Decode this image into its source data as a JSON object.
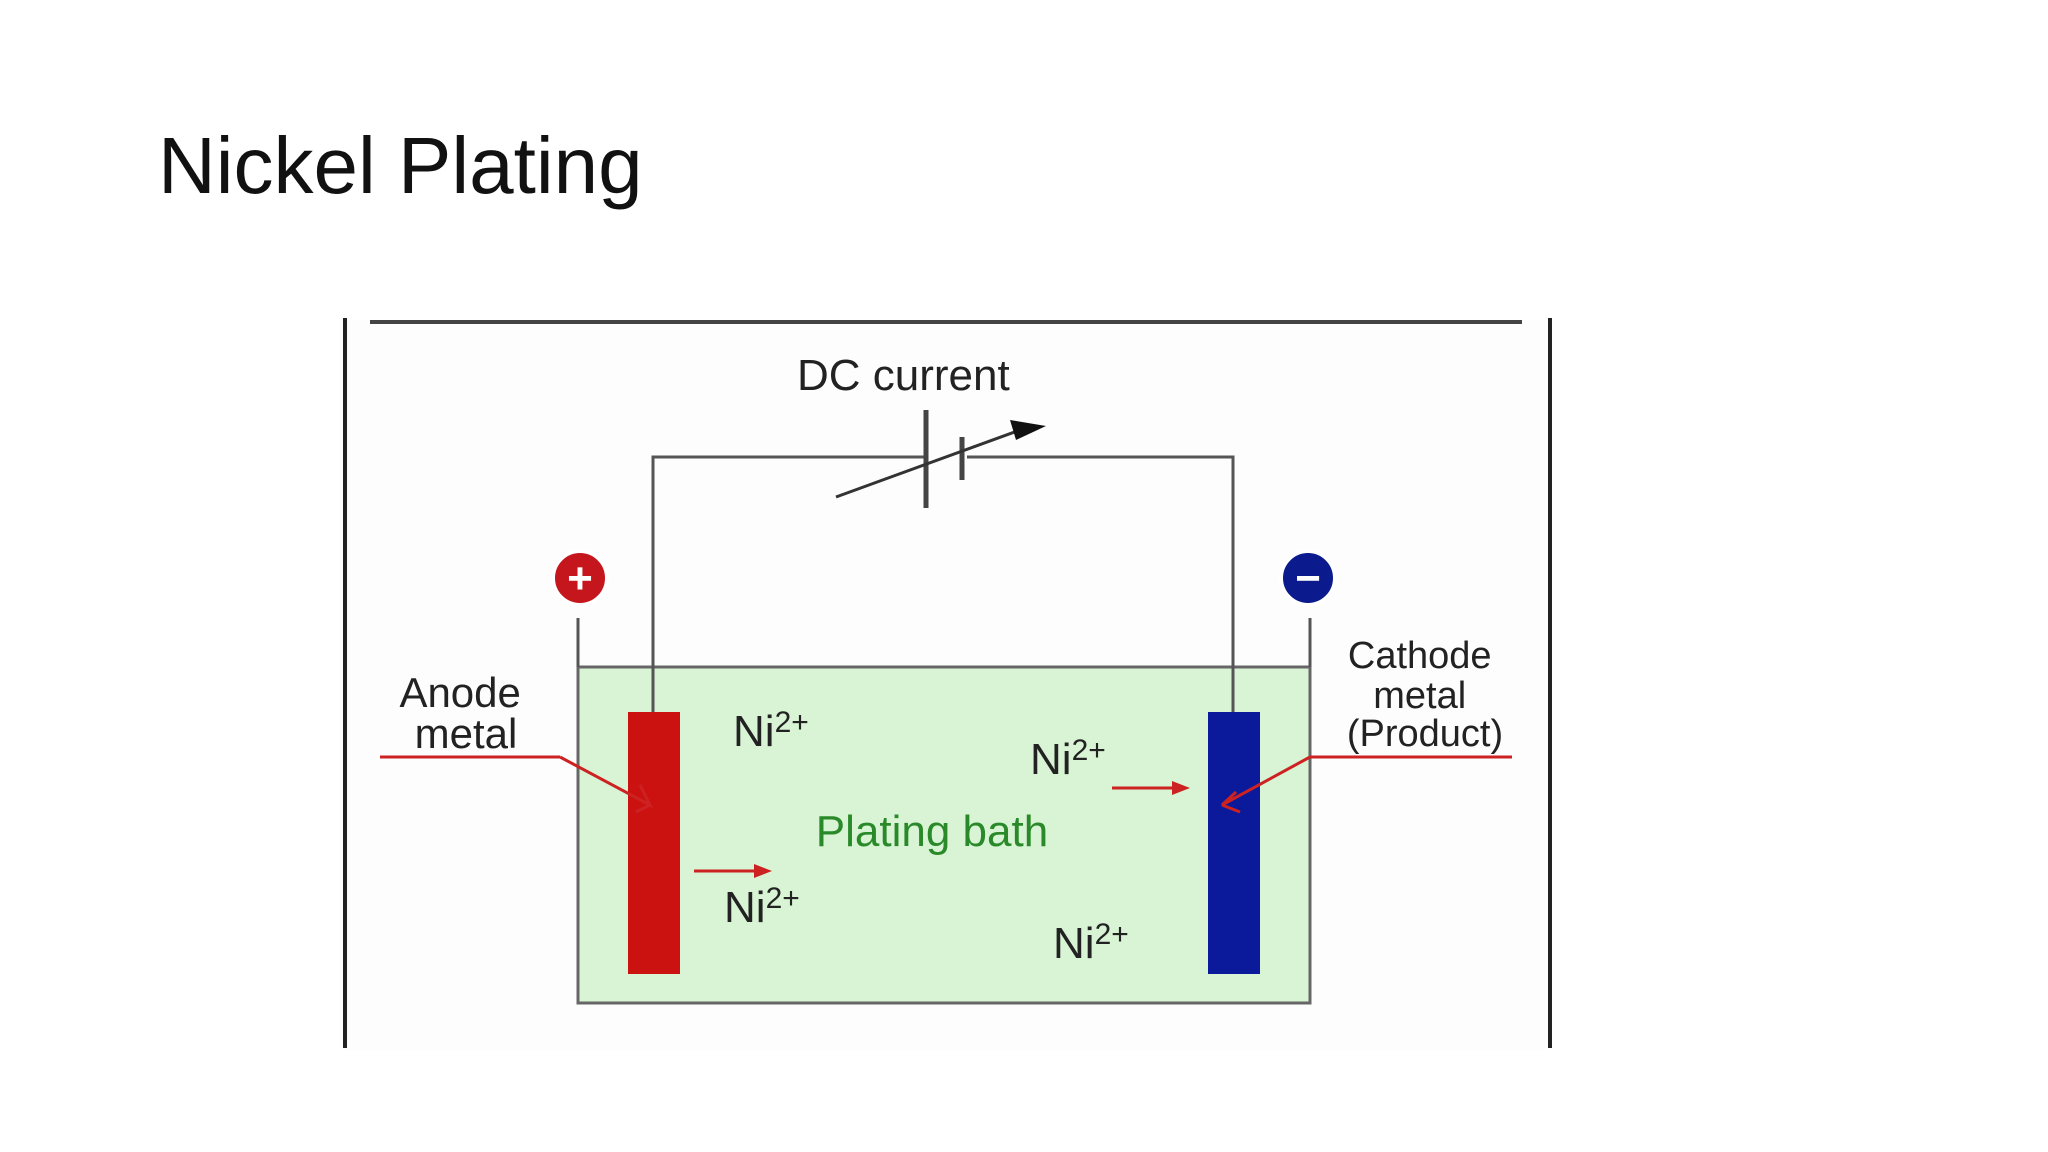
{
  "slide": {
    "title": "Nickel Plating"
  },
  "diagram": {
    "power_source_label": "DC current",
    "anode_label_line1": "Anode",
    "anode_label_line2": "metal",
    "cathode_label_line1": "Cathode",
    "cathode_label_line2": "metal",
    "cathode_label_line3": "(Product)",
    "bath_label": "Plating bath",
    "ion_symbol": "Ni",
    "ion_charge": "2+",
    "positive_terminal_symbol": "+",
    "negative_terminal_symbol": "−",
    "colors": {
      "bath_fill": "#d8f4d4",
      "anode": "#cc1111",
      "cathode": "#0a1a9a",
      "positive_terminal": "#c4161c",
      "negative_terminal": "#0b1a8c",
      "arrows": "#cc2222",
      "bath_text": "#2a8a2a",
      "wire": "#555555"
    }
  }
}
